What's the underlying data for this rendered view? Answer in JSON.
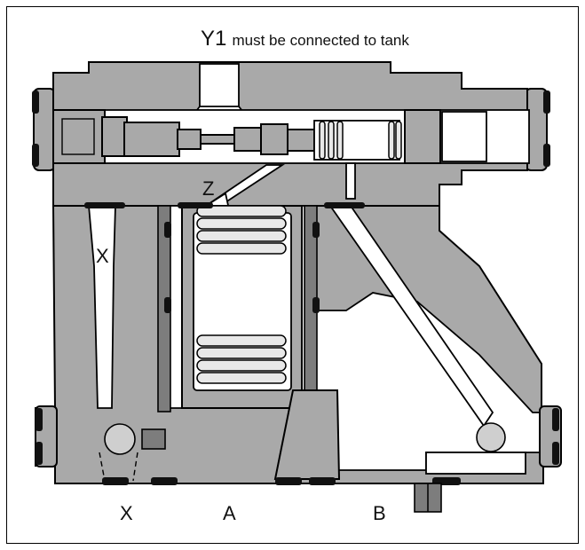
{
  "note": {
    "port": "Y1",
    "text": "must be connected to tank"
  },
  "labels": {
    "z": "Z",
    "x_channel": "X",
    "port_x": "X",
    "port_a": "A",
    "port_b": "B"
  },
  "colors": {
    "body_fill": "#a9a9a9",
    "dark_fill": "#7d7d7d",
    "line": "#000000",
    "background": "#ffffff"
  }
}
